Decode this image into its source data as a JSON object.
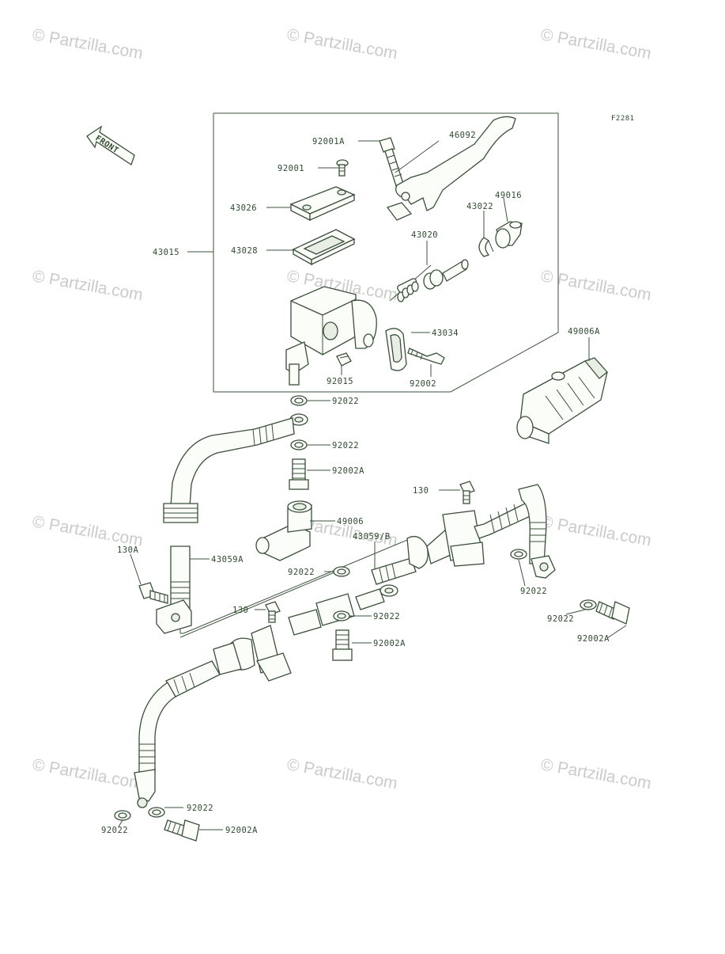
{
  "watermark": "© Partzilla.com",
  "figure_code": "F2281",
  "front_arrow": "FRONT",
  "labels": {
    "p92001A": "92001A",
    "p46092": "46092",
    "p92001": "92001",
    "p43026": "43026",
    "p49016": "49016",
    "p43022": "43022",
    "p43020": "43020",
    "p43028": "43028",
    "p43015": "43015",
    "p43034": "43034",
    "p92015": "92015",
    "p92002": "92002",
    "p49006A": "49006A",
    "p92022_a": "92022",
    "p92022_b": "92022",
    "p92002A_a": "92002A",
    "p130_a": "130",
    "p49006": "49006",
    "p43059B": "43059/B",
    "p130A": "130A",
    "p43059A": "43059A",
    "p92022_c": "92022",
    "p92022_d": "92022",
    "p92022_e": "92022",
    "p130_b": "130",
    "p92022_f": "92022",
    "p92002A_b": "92002A",
    "p92002A_c": "92002A",
    "p92022_g": "92022",
    "p92022_h": "92022",
    "p92002A_d": "92002A"
  },
  "colors": {
    "line": "#3d533d",
    "label": "#2f4a2f",
    "watermark": "#c9ccc9"
  }
}
